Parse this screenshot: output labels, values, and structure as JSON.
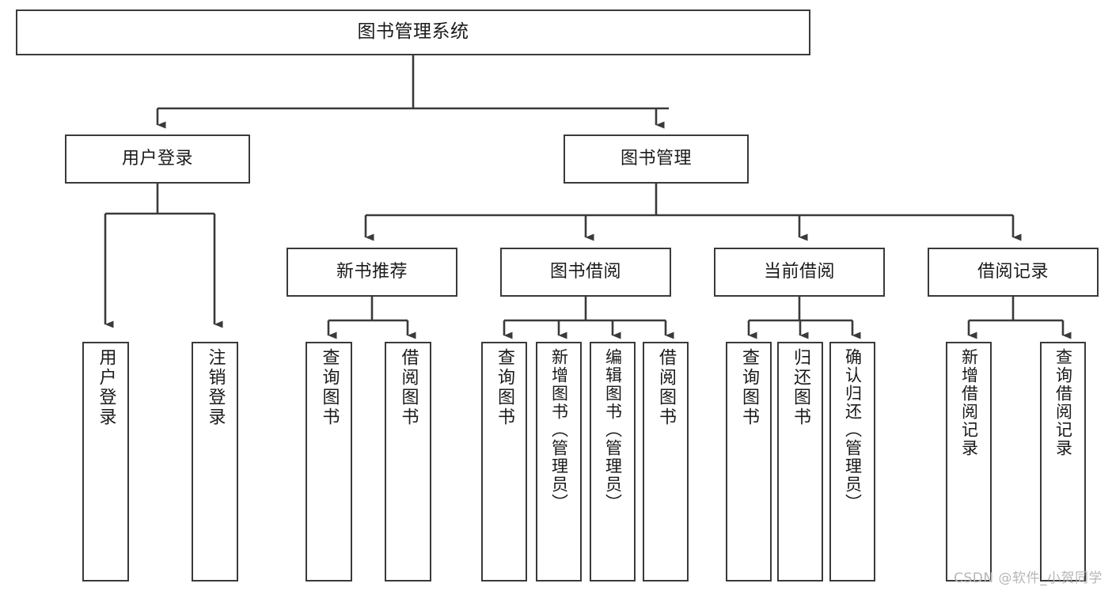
{
  "diagram": {
    "type": "tree-hierarchy-chart",
    "title": "图书管理系统",
    "watermark": "CSDN @软件_小贺同学",
    "colors": {
      "stroke": "#3a3a3a",
      "fill": "#ffffff",
      "text": "#1a1a1a",
      "watermark": "#b6b6b6"
    },
    "levels": {
      "root": {
        "label": "图书管理系统"
      },
      "level2": [
        {
          "id": "user-login",
          "label": "用户登录"
        },
        {
          "id": "book-management",
          "label": "图书管理"
        }
      ],
      "level3": [
        {
          "id": "new-book-recommend",
          "label": "新书推荐",
          "parent": "book-management"
        },
        {
          "id": "book-borrow",
          "label": "图书借阅",
          "parent": "book-management"
        },
        {
          "id": "current-borrow",
          "label": "当前借阅",
          "parent": "book-management"
        },
        {
          "id": "borrow-record",
          "label": "借阅记录",
          "parent": "book-management"
        }
      ],
      "leaves": {
        "user-login": [
          {
            "id": "leaf-user-login",
            "label": "用户登录"
          },
          {
            "id": "leaf-logout",
            "label": "注销登录"
          }
        ],
        "new-book-recommend": [
          {
            "id": "leaf-query-book-1",
            "label": "查询图书"
          },
          {
            "id": "leaf-borrow-book-1",
            "label": "借阅图书"
          }
        ],
        "book-borrow": [
          {
            "id": "leaf-query-book-2",
            "label": "查询图书"
          },
          {
            "id": "leaf-add-book",
            "label": "新增图书（管理员）"
          },
          {
            "id": "leaf-edit-book",
            "label": "编辑图书（管理员）"
          },
          {
            "id": "leaf-borrow-book-2",
            "label": "借阅图书"
          }
        ],
        "current-borrow": [
          {
            "id": "leaf-query-book-3",
            "label": "查询图书"
          },
          {
            "id": "leaf-return-book",
            "label": "归还图书"
          },
          {
            "id": "leaf-confirm-return",
            "label": "确认归还（管理员）"
          }
        ],
        "borrow-record": [
          {
            "id": "leaf-add-record",
            "label": "新增借阅记录"
          },
          {
            "id": "leaf-query-record",
            "label": "查询借阅记录"
          }
        ]
      }
    }
  }
}
